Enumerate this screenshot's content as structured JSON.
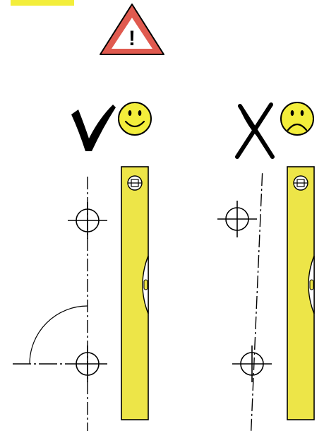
{
  "colors": {
    "level_yellow": "#ede548",
    "tab_yellow": "#f3ee3b",
    "warning_red": "#e05a4f",
    "ink": "#000000",
    "background": "#ffffff"
  },
  "icons": {
    "warning": "warning-triangle-icon",
    "correct": "checkmark-icon",
    "incorrect": "cross-icon",
    "happy": "smiley-happy-icon",
    "sad": "smiley-sad-icon",
    "alert_glyph": "!"
  },
  "panels": [
    {
      "name": "correct-panel",
      "verdict_icon": "checkmark-icon",
      "face_icon": "smiley-happy-icon",
      "axis": "vertical"
    },
    {
      "name": "incorrect-panel",
      "verdict_icon": "cross-icon",
      "face_icon": "smiley-sad-icon",
      "axis": "tilted"
    }
  ]
}
